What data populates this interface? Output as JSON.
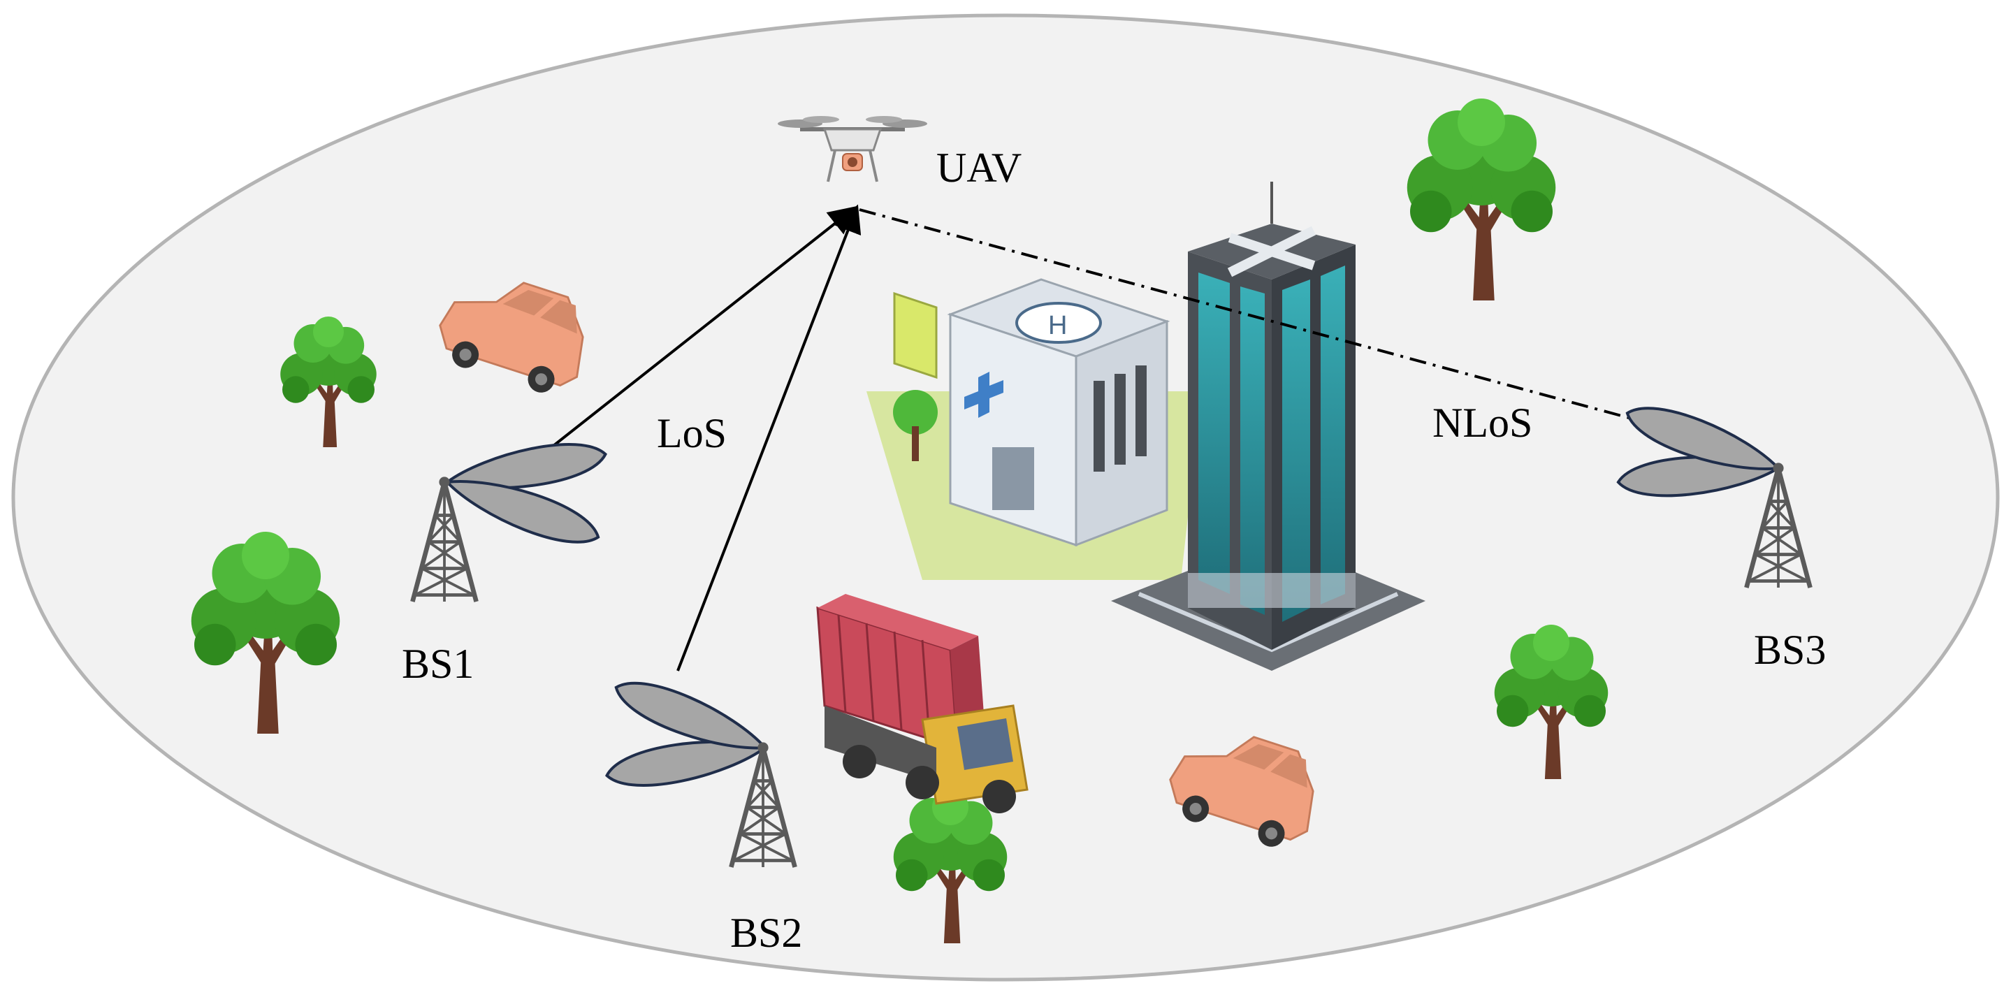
{
  "labels": {
    "uav": "UAV",
    "los": "LoS",
    "nlos": "NLoS",
    "bs1": "BS1",
    "bs2": "BS2",
    "bs3": "BS3"
  },
  "icons": {
    "uav": "drone-icon",
    "base_station": "cell-tower-icon",
    "antenna_beam": "antenna-lobe-icon",
    "car": "car-icon",
    "truck": "truck-icon",
    "tree": "tree-icon",
    "hospital": "hospital-building-icon",
    "skyscraper": "skyscraper-icon"
  },
  "colors": {
    "background": "#f2f2f2",
    "ellipse_border": "#b4b4b4",
    "link": "#000000",
    "lobe_fill": "#a6a6a6",
    "lobe_stroke": "#1f2d4a",
    "tower": "#5a5a5a",
    "car": "#f0a07f",
    "truck_container": "#c94a5a",
    "truck_cab": "#e2b43a",
    "tree_leaf": "#3f9f2a",
    "tree_trunk": "#6b3a28",
    "building": "#4a4f55",
    "hospital": "#e9eef3"
  },
  "links": [
    {
      "from": "BS1",
      "to": "UAV",
      "style": "solid-arrow"
    },
    {
      "from": "BS2",
      "to": "UAV",
      "style": "solid-arrow"
    },
    {
      "from": "BS3",
      "to": "UAV",
      "style": "dash-dot"
    }
  ]
}
